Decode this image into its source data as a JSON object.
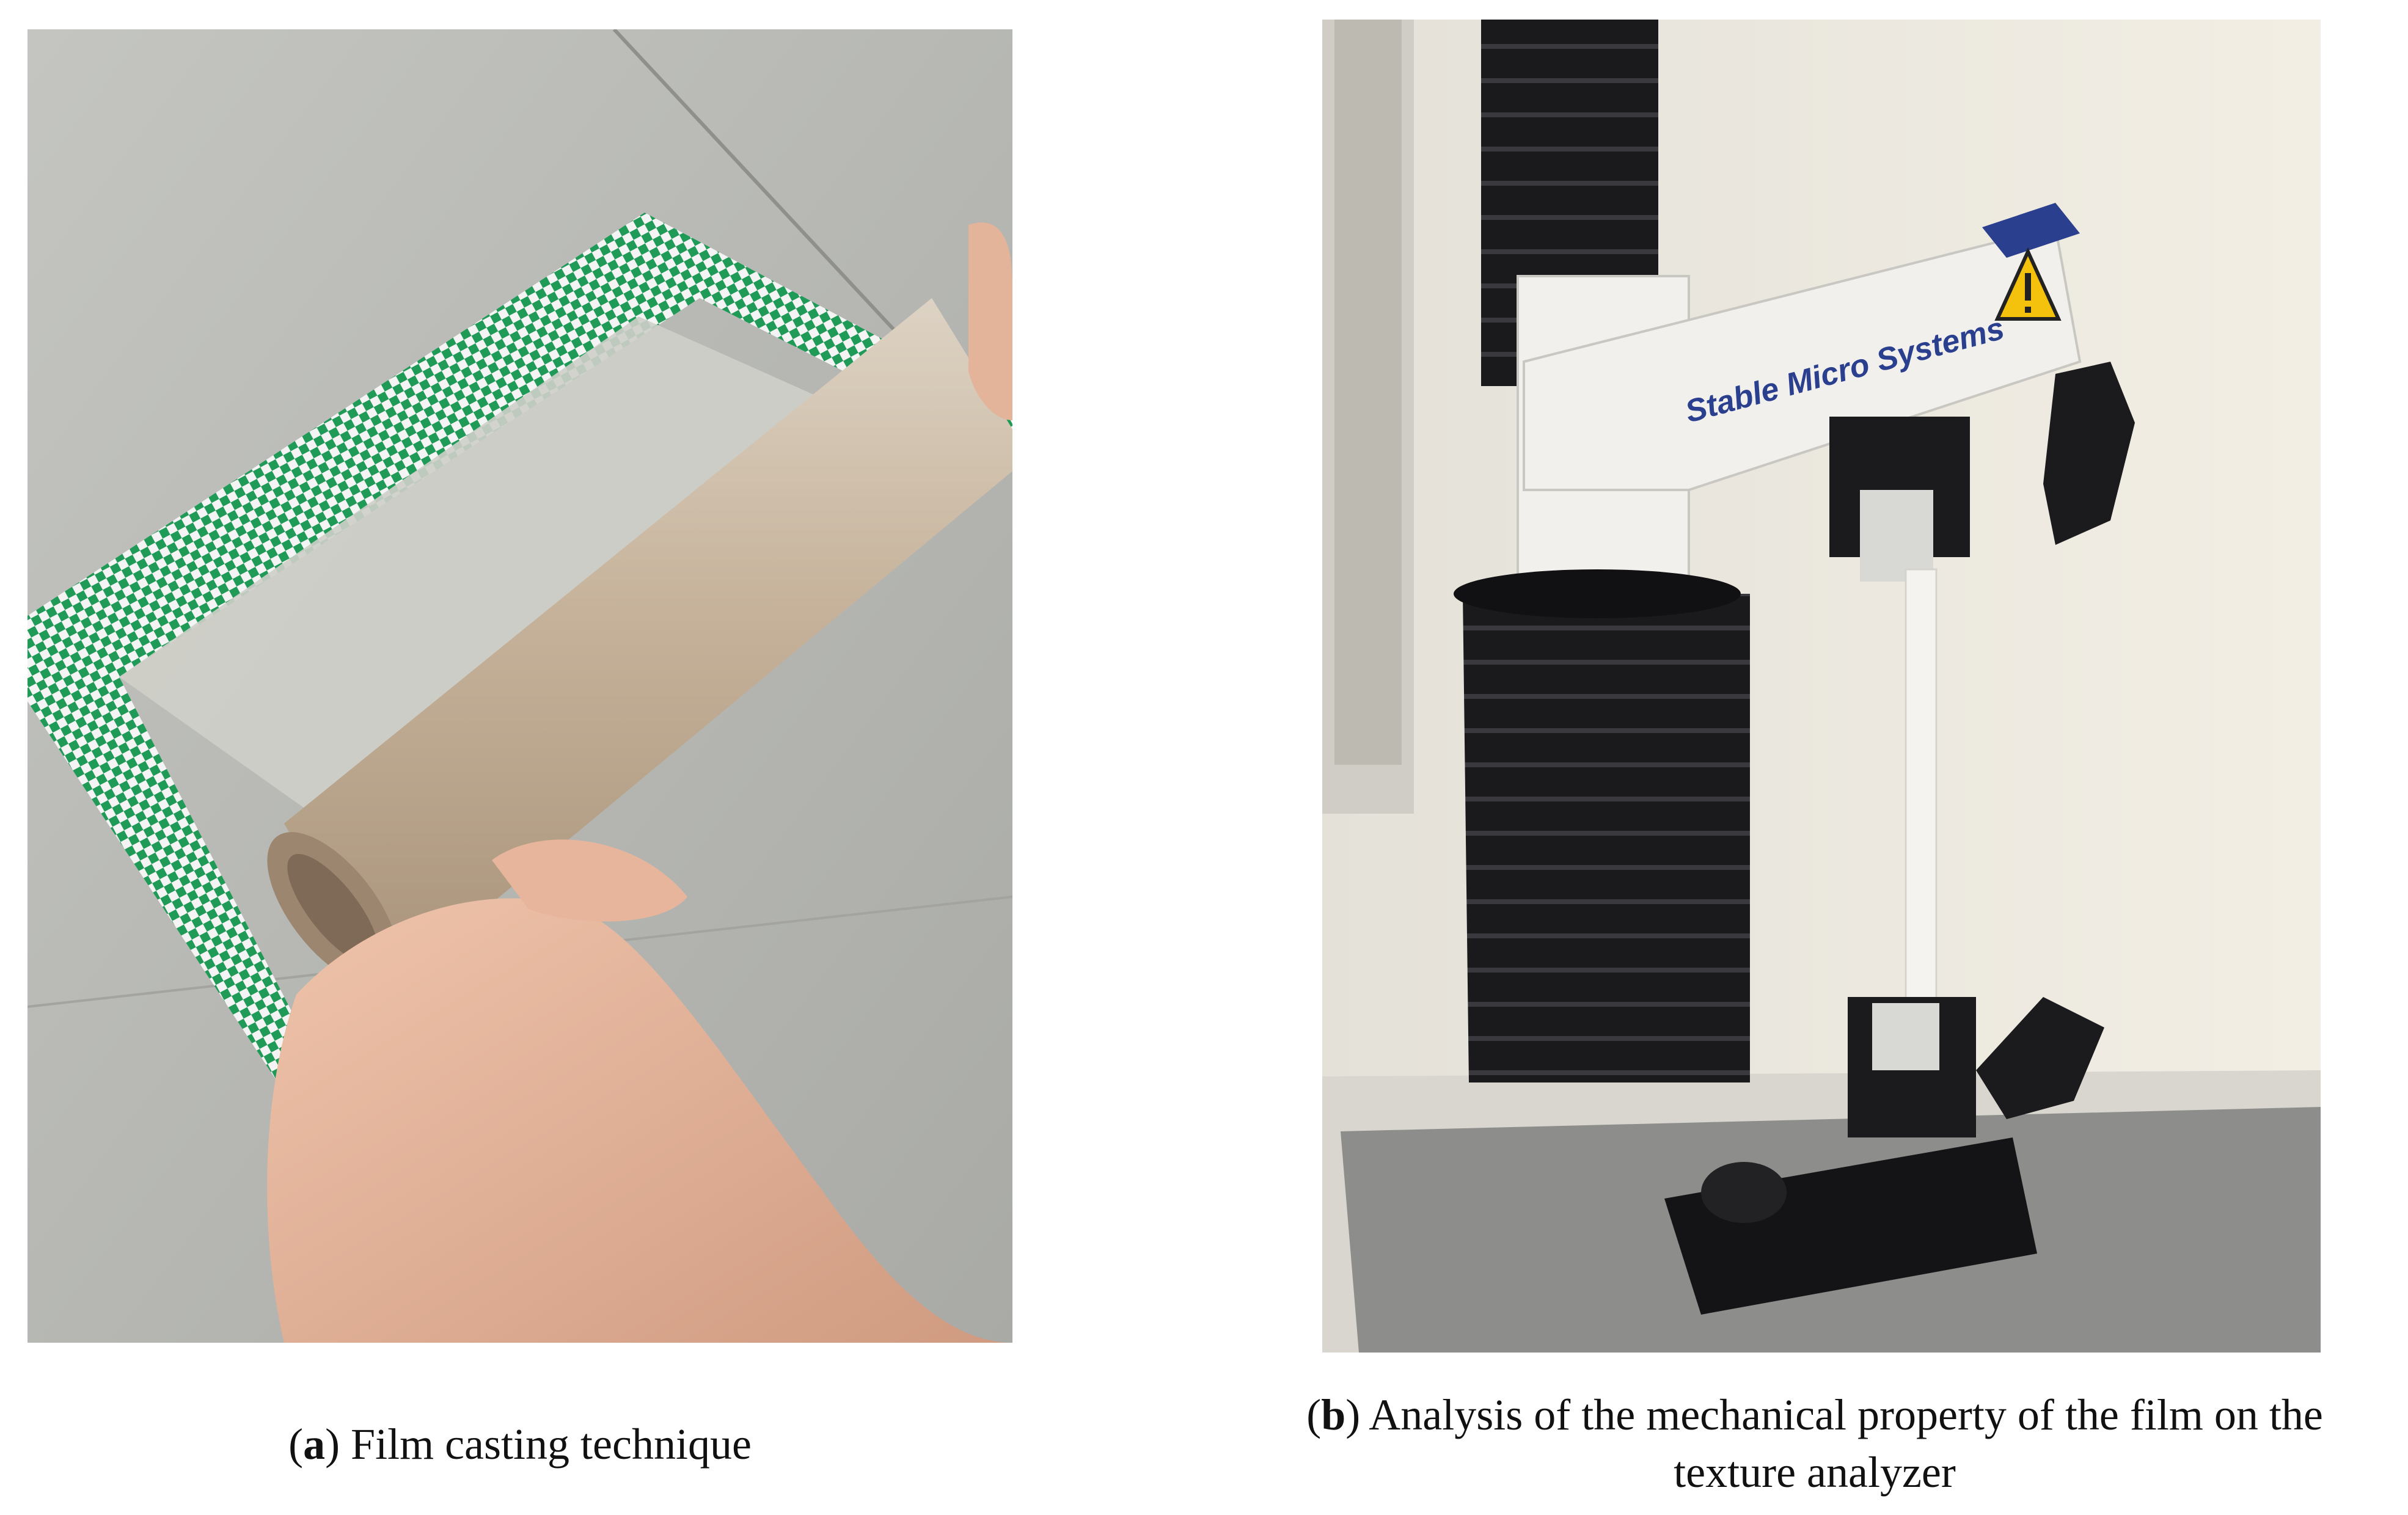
{
  "figure": {
    "panel_a": {
      "label": "a",
      "caption": "Film casting technique",
      "image_description_icon": "film-roll-photo"
    },
    "panel_b": {
      "label": "b",
      "caption_line1": "Analysis of the mechanical property of the film on the",
      "caption_line2": "texture analyzer",
      "brand_text": "Stable Micro Systems",
      "image_description_icon": "texture-analyzer-photo"
    }
  },
  "colors": {
    "table_gray": "#b9bab6",
    "tape_green": "#1f9a57",
    "film_tan": "#c6b29a",
    "skin": "#e3b39a",
    "wall": "#ece7dc",
    "machine_white": "#f1f0ec",
    "bellows_black": "#1a1a1c",
    "brand_blue": "#2b3f8f",
    "warning_yellow": "#f4c20d"
  }
}
